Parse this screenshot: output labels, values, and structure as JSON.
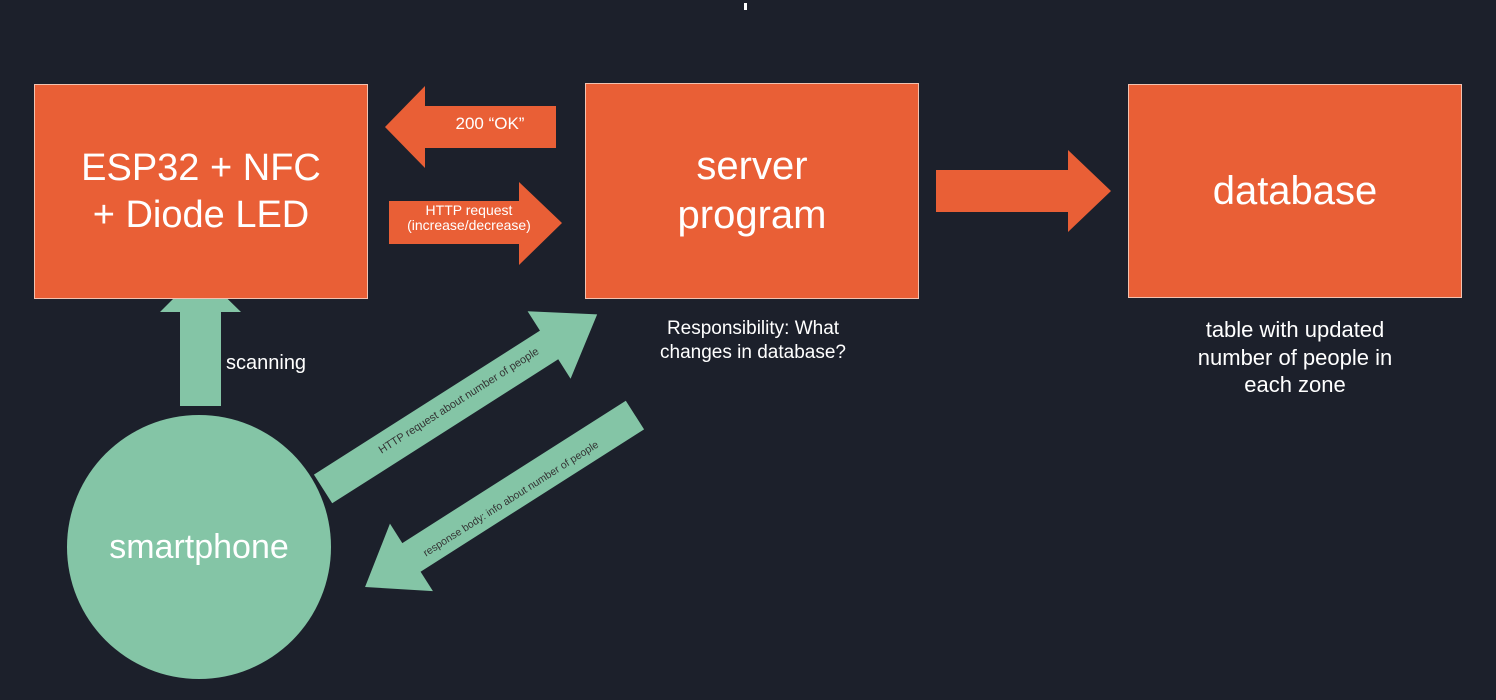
{
  "colors": {
    "background": "#1c202b",
    "box_fill": "#e95f36",
    "box_border": "#f2c2b0",
    "green": "#84c5a6",
    "text": "#ffffff",
    "diagonal_label_text": "#333333"
  },
  "nodes": {
    "esp32": {
      "label": "ESP32 + NFC\n+ Diode LED"
    },
    "server": {
      "label": "server\nprogram",
      "caption": "Responsibility: What\nchanges in database?"
    },
    "database": {
      "label": "database",
      "caption": "table with updated\nnumber of people in\neach zone"
    },
    "smartphone": {
      "label": "smartphone"
    }
  },
  "edges": {
    "ok_response": {
      "label": "200 “OK”",
      "from": "server program",
      "to": "ESP32 + NFC + Diode LED"
    },
    "http_update": {
      "label": "HTTP request\n(increase/decrease)",
      "from": "ESP32 + NFC + Diode LED",
      "to": "server program"
    },
    "server_to_db": {
      "label": "",
      "from": "server program",
      "to": "database"
    },
    "scanning": {
      "label": "scanning",
      "from": "smartphone",
      "to": "ESP32 + NFC + Diode LED"
    },
    "http_query": {
      "label": "HTTP request about number of people",
      "from": "smartphone",
      "to": "server program"
    },
    "response_body": {
      "label": "response body: info about number of people",
      "from": "server program",
      "to": "smartphone"
    }
  }
}
